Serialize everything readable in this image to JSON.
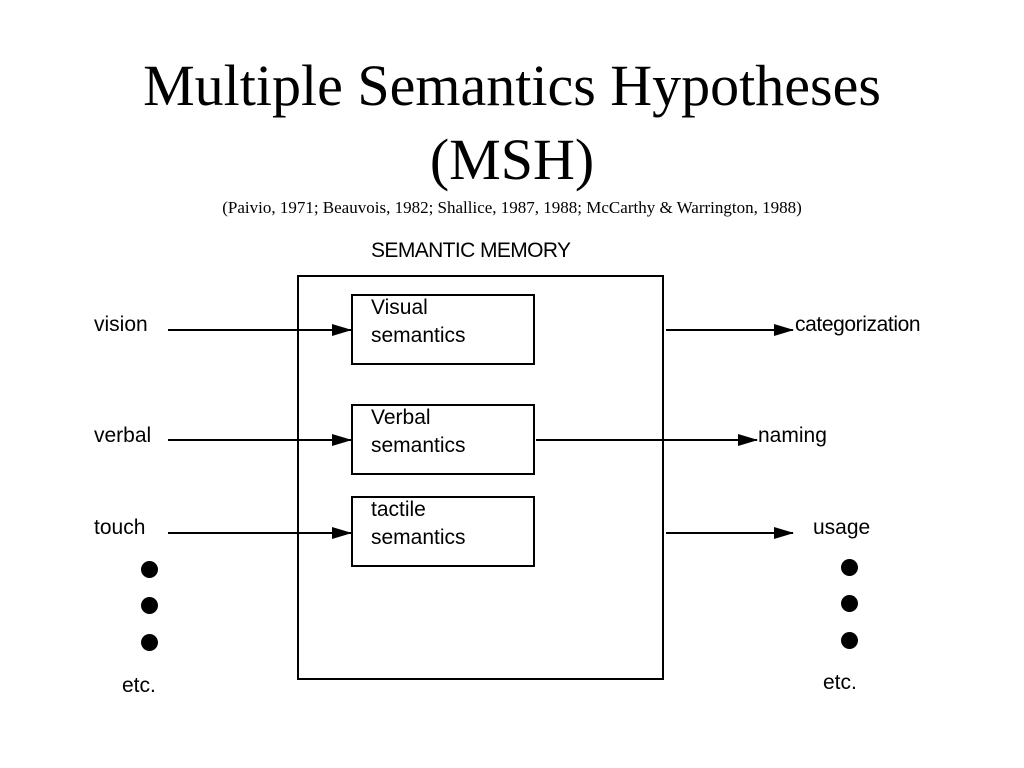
{
  "title": {
    "line1": "Multiple Semantics Hypotheses",
    "line2": "(MSH)"
  },
  "citation": "(Paivio, 1971; Beauvois, 1982; Shallice, 1987, 1988; McCarthy & Warrington, 1988)",
  "memory_label": "SEMANTIC MEMORY",
  "inputs": [
    "vision",
    "verbal",
    "touch",
    "etc."
  ],
  "outputs": [
    "categorization",
    "naming",
    "usage",
    "etc."
  ],
  "semantic_boxes": [
    {
      "line1": "Visual",
      "line2": "semantics"
    },
    {
      "line1": "Verbal",
      "line2": "semantics"
    },
    {
      "line1": "tactile",
      "line2": "semantics"
    }
  ]
}
